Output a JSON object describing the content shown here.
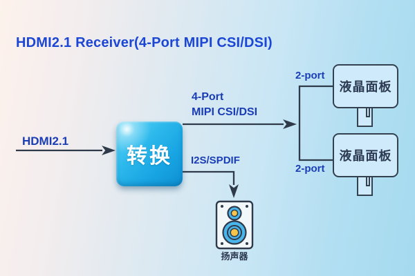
{
  "title": "HDMI2.1 Receiver(4-Port MIPI CSI/DSI)",
  "nodes": {
    "input": {
      "label": "HDMI2.1"
    },
    "converter": {
      "label": "转换"
    },
    "panel_top": {
      "label": "液晶面板"
    },
    "panel_bottom": {
      "label": "液晶面板"
    },
    "speaker": {
      "label": "扬声器"
    }
  },
  "edges": {
    "mipi": {
      "line1": "4-Port",
      "line2": "MIPI CSI/DSI"
    },
    "audio": {
      "label": "I2S/SPDIF"
    },
    "port_top": {
      "label": "2-port"
    },
    "port_bottom": {
      "label": "2-port"
    }
  },
  "colors": {
    "title_text": "#1c46d4",
    "edge_label_text": "#1a3db5",
    "connector_line": "#2e3a49",
    "converter_blue_light": "#66d9f8",
    "converter_blue_dark": "#0e90d2",
    "panel_fill": "#cfeafa",
    "outline_dark": "#33404f",
    "speaker_blue": "#4ab5ea",
    "speaker_yellow": "#f7c54a",
    "background_left": "#fdf2ec",
    "background_right": "#a5daef"
  }
}
